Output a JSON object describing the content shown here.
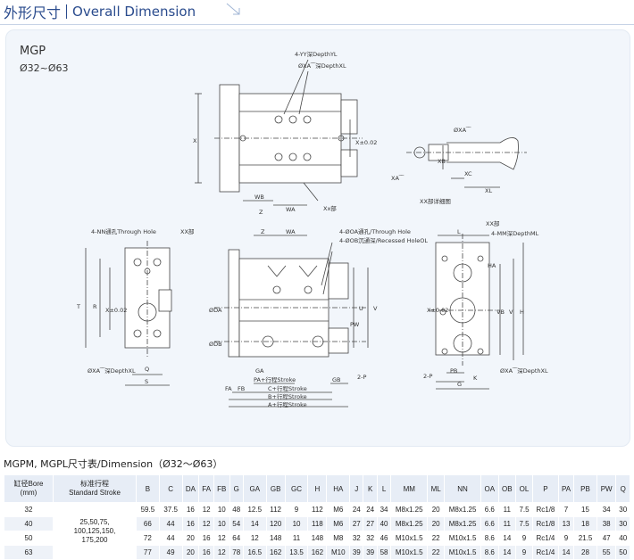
{
  "header": {
    "title_zh": "外形尺寸",
    "title_en": "Overall Dimension",
    "arrow_icon": "diagonal-arrow-icon"
  },
  "drawing": {
    "model": "MGP",
    "bore_range": "Ø32~Ø63",
    "labels": {
      "yy": "4-YY深DepthYL",
      "xa_depth": "ØXA⁀深DepthXL",
      "x": "X",
      "x002": "X±0.02",
      "wb": "WB",
      "z": "Z",
      "wa": "WA",
      "xx_part": "Xx部",
      "xb": "XB",
      "xa": "ØXA⁀",
      "xa_small": "XA⁀",
      "xc": "XC",
      "xl": "XL",
      "xx_detail": "XX部详细图",
      "nn": "4-NN通孔Through Hole",
      "xx_top": "XX部",
      "t": "T",
      "r": "R",
      "q": "Q",
      "s": "S",
      "xa_bottom": "ØXA⁀深DepthXL",
      "oa": "4-ØOA通孔/Through Hole",
      "ob": "4-ØOB沉通深/Recessed HoleOL",
      "da": "ØDA",
      "db": "ØDB",
      "v": "V",
      "u": "U",
      "pw": "PW",
      "ga": "GA",
      "pa": "PA+行程Stroke",
      "gb": "GB",
      "fa": "FA",
      "fb": "FB",
      "c": "C+行程Stroke",
      "b": "B+行程Stroke",
      "a": "A+行程Stroke",
      "twop": "2-P",
      "l": "L",
      "mm": "4-MM深DepthML",
      "ha": "HA",
      "vb": "VB",
      "h": "H",
      "pb": "PB",
      "g": "G",
      "k": "K",
      "xx_right": "XX部"
    }
  },
  "table": {
    "title": "MGPM, MGPL尺寸表/Dimension（Ø32～Ø63）",
    "head_bore": [
      "缸径Bore",
      "(mm)"
    ],
    "head_stroke": [
      "标准行程",
      "Standard Stroke"
    ],
    "columns": [
      "B",
      "C",
      "DA",
      "FA",
      "FB",
      "G",
      "GA",
      "GB",
      "GC",
      "H",
      "HA",
      "J",
      "K",
      "L",
      "MM",
      "ML",
      "NN",
      "OA",
      "OB",
      "OL",
      "P",
      "PA",
      "PB",
      "PW",
      "Q"
    ],
    "stroke_values": [
      "25,50,75,",
      "100,125,150,",
      "175,200"
    ],
    "rows": [
      {
        "bore": "32",
        "cells": [
          "59.5",
          "37.5",
          "16",
          "12",
          "10",
          "48",
          "12.5",
          "112",
          "9",
          "112",
          "M6",
          "24",
          "24",
          "34",
          "M8x1.25",
          "20",
          "M8x1.25",
          "6.6",
          "11",
          "7.5",
          "Rc1/8",
          "7",
          "15",
          "34",
          "30"
        ]
      },
      {
        "bore": "40",
        "cells": [
          "66",
          "44",
          "16",
          "12",
          "10",
          "54",
          "14",
          "120",
          "10",
          "118",
          "M6",
          "27",
          "27",
          "40",
          "M8x1.25",
          "20",
          "M8x1.25",
          "6.6",
          "11",
          "7.5",
          "Rc1/8",
          "13",
          "18",
          "38",
          "30"
        ]
      },
      {
        "bore": "50",
        "cells": [
          "72",
          "44",
          "20",
          "16",
          "12",
          "64",
          "12",
          "148",
          "11",
          "148",
          "M8",
          "32",
          "32",
          "46",
          "M10x1.5",
          "22",
          "M10x1.5",
          "8.6",
          "14",
          "9",
          "Rc1/4",
          "9",
          "21.5",
          "47",
          "40"
        ]
      },
      {
        "bore": "63",
        "cells": [
          "77",
          "49",
          "20",
          "16",
          "12",
          "78",
          "16.5",
          "162",
          "13.5",
          "162",
          "M10",
          "39",
          "39",
          "58",
          "M10x1.5",
          "22",
          "M10x1.5",
          "8.6",
          "14",
          "9",
          "Rc1/4",
          "14",
          "28",
          "55",
          "50"
        ]
      }
    ]
  }
}
